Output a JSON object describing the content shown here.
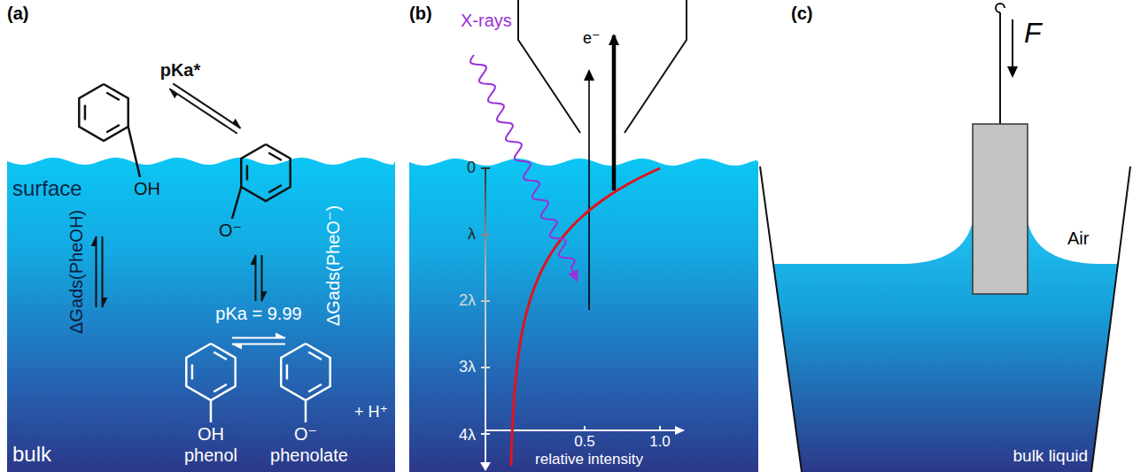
{
  "diagram": {
    "nodes": [
      {
        "text": [
          "OH"
        ]
      },
      {
        "text": [
          "O⁻"
        ]
      },
      {
        "text": [
          "OH",
          "phenol"
        ]
      },
      {
        "text": [
          "O⁻",
          "phenolate"
        ]
      }
    ],
    "edges": [
      {
        "from": 0,
        "to": 1,
        "arrow": "both",
        "label": "pKa*"
      },
      {
        "from": 0,
        "to": 2,
        "arrow": "both",
        "label": "ΔGads(PheOH)"
      },
      {
        "from": 1,
        "to": 3,
        "arrow": "both",
        "label": "ΔGads(PheO⁻)"
      },
      {
        "from": 2,
        "to": 3,
        "arrow": "both",
        "label": "pKa = 9.99"
      }
    ],
    "labels": [
      "(a)",
      "(b)",
      "(c)",
      "surface",
      "bulk",
      "+ H⁺",
      "X-rays",
      "e⁻",
      "0",
      "λ",
      "2λ",
      "3λ",
      "4λ",
      "0.5",
      "1.0",
      "relative intensity",
      "F",
      "Air",
      "bulk liquid"
    ]
  }
}
